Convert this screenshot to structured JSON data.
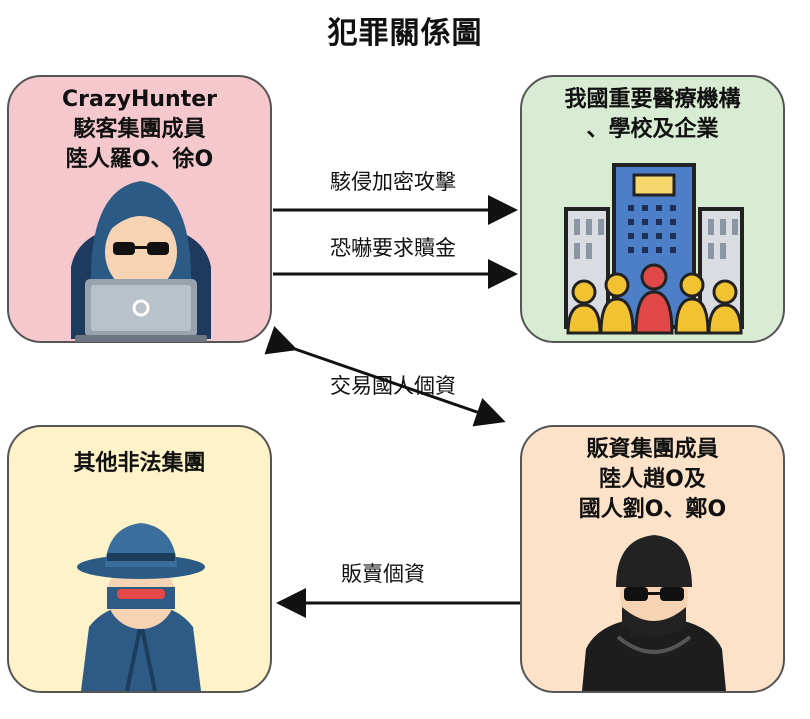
{
  "title": "犯罪關係圖",
  "nodes": {
    "hacker": {
      "lines": [
        "CrazyHunter",
        "駭客集團成員",
        "陸人羅O、徐O"
      ],
      "fill": "#f4c8cc",
      "icon": "hooded-hacker-laptop-icon"
    },
    "victims": {
      "lines": [
        "我國重要醫療機構",
        "、學校及企業"
      ],
      "fill": "#d7ecd3",
      "icon": "office-buildings-people-icon"
    },
    "seller": {
      "lines": [
        "販資集團成員",
        "陸人趙O及",
        "國人劉O、鄭O"
      ],
      "fill": "#fbe2c8",
      "icon": "masked-thief-icon"
    },
    "others": {
      "lines": [
        "其他非法集團"
      ],
      "fill": "#fdf2c8",
      "icon": "spy-trench-coat-hat-icon"
    }
  },
  "edges": {
    "hack": "駭侵加密攻擊",
    "ransom": "恐嚇要求贖金",
    "trade": "交易國人個資",
    "sell": "販賣個資"
  }
}
